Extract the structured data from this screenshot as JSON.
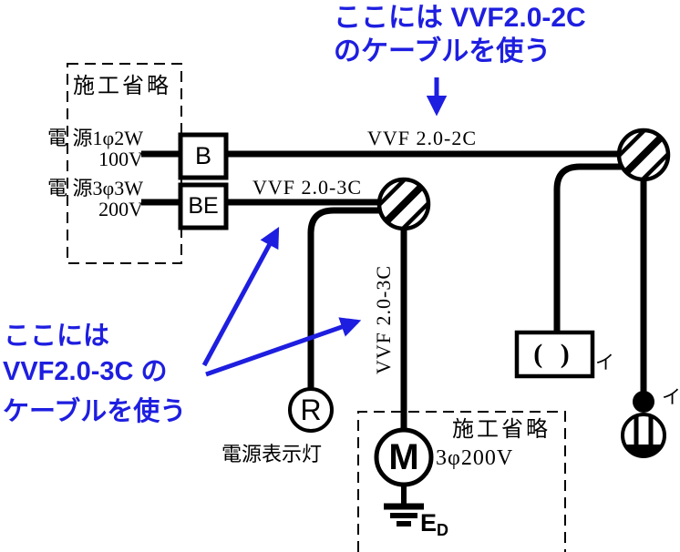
{
  "colors": {
    "annotation_blue": "#1e1ee0",
    "diagram_black": "#000000"
  },
  "annotations": {
    "top": {
      "line1": "ここには VVF2.0-2C",
      "line2": "のケーブルを使う"
    },
    "bottom_left": {
      "line1": "ここには",
      "line2": "VVF2.0-3C の",
      "line3": "ケーブルを使う"
    }
  },
  "source_panel": {
    "title": "施工省略",
    "source1": {
      "name": "電 源1φ2W",
      "voltage": "100V",
      "breaker": "B"
    },
    "source2": {
      "name": "電 源3φ3W",
      "voltage": "200V",
      "breaker": "BE"
    }
  },
  "cables": {
    "main_100v": "VVF 2.0-2C",
    "main_200v": "VVF 2.0-3C",
    "motor_drop": "VVF 2.0-3C"
  },
  "devices": {
    "pilot_lamp": {
      "symbol": "R",
      "label": "電源表示灯"
    },
    "motor_panel": {
      "title": "施工省略",
      "motor_symbol": "M",
      "spec": "3φ200V",
      "ground_label_main": "E",
      "ground_label_sub": "D"
    },
    "ceiling_outlet": {
      "symbol": "( )",
      "circuit_mark": "イ"
    },
    "pendant": {
      "circuit_mark": "イ"
    }
  }
}
